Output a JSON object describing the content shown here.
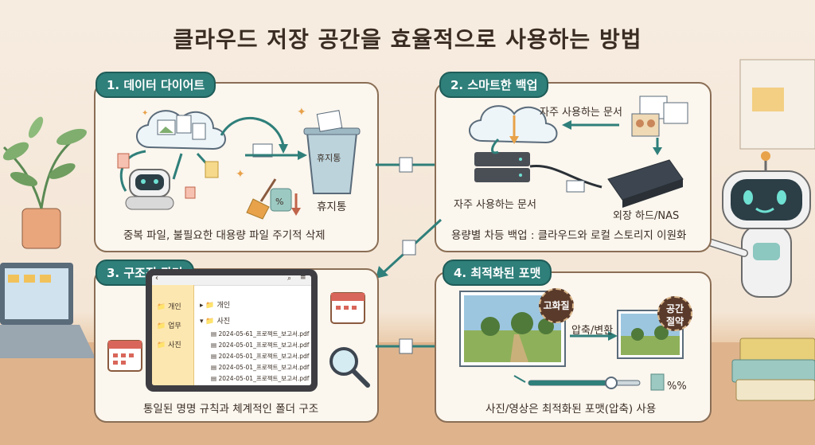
{
  "title": "클라우드 저장 공간을 효율적으로 사용하는 방법",
  "panel1": {
    "tag": "1. 데이터 다이어트",
    "trash_label_on_can": "휴지통",
    "trash_label": "휴지통",
    "caption": "중복 파일, 불필요한 대용량 파일 주기적 삭제"
  },
  "panel2": {
    "tag": "2. 스마트한 백업",
    "top_label": "자주 사용하는 문서",
    "server_label": "자주 사용하는 문서",
    "drive_label": "외장 하드/NAS",
    "caption": "용량별 차등 백업 : 클라우드와 로컬 스토리지 이원화"
  },
  "panel3": {
    "tag": "3. 구조적 관리",
    "sidebar": [
      "개인",
      "업무",
      "사진"
    ],
    "tree_folders": [
      "개인",
      "사진"
    ],
    "files": [
      "2024-05-61_프로젝트_보고서.pdf",
      "2024-05-01_프로젝트_보고서.pdf",
      "2024-05-01_프로젝트_보고서.pdf",
      "2024-05-01_프로젝트_보고서.pdf",
      "2024-05-01_프로젝트_보고서.pdf"
    ],
    "caption": "통일된 명명 규칙과 체계적인 폴더 구조"
  },
  "panel4": {
    "tag": "4. 최적화된 포맷",
    "badge_high": "고화질",
    "arrow_label": "압축/변환",
    "badge_save": "공간 절약",
    "percent": "%%",
    "caption": "사진/영상은 최적화된 포맷(압축) 사용"
  },
  "colors": {
    "teal": "#2f7f7a",
    "panel_border": "#8a6e55",
    "accent_orange": "#e8a24a"
  }
}
